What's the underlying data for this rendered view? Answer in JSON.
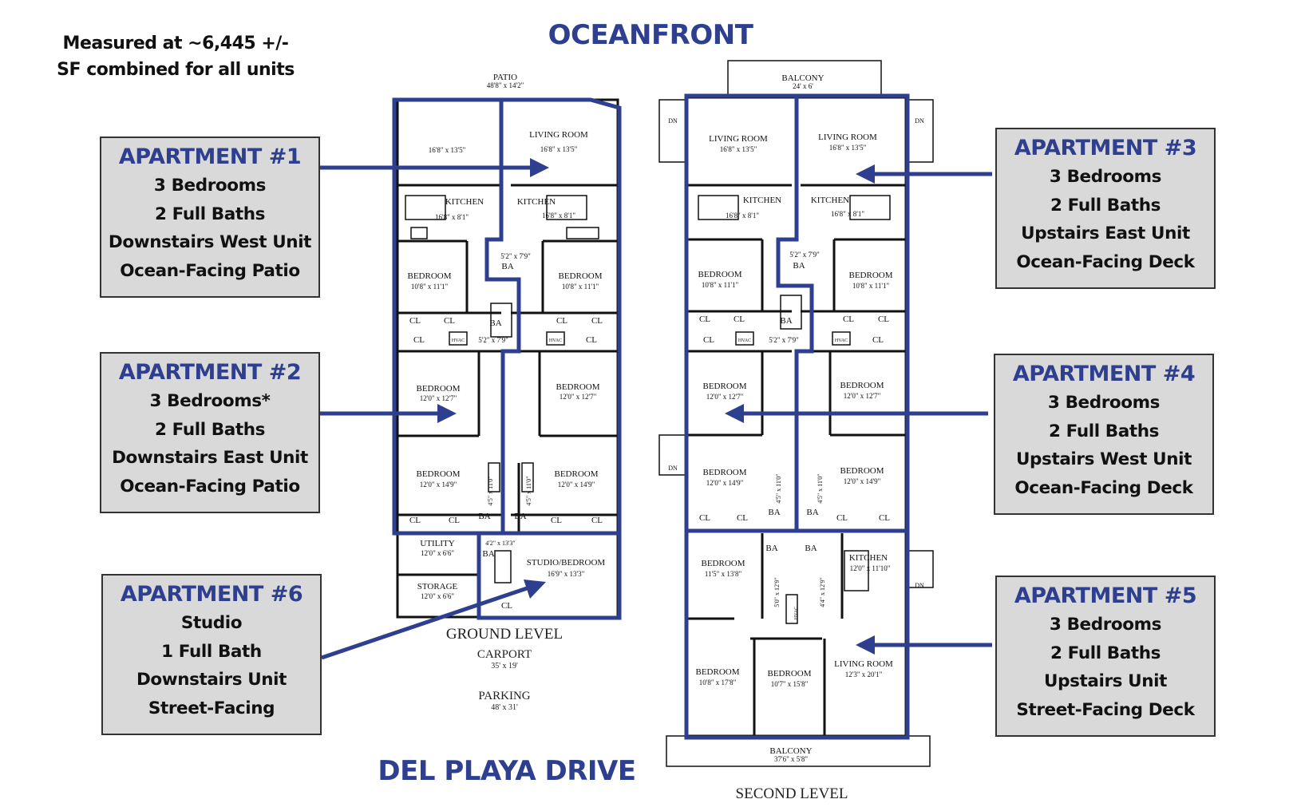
{
  "title": "OCEANFRONT",
  "street": "DEL PLAYA DRIVE",
  "note": "Measured at ~6,445 +/- SF combined for all units",
  "colors": {
    "accent": "#2e3f8f",
    "box_bg": "#d9d9d9",
    "wall": "#111111"
  },
  "apartments": [
    {
      "title": "APARTMENT #1",
      "lines": [
        "3 Bedrooms",
        "2 Full Baths",
        "Downstairs West Unit",
        "Ocean-Facing Patio"
      ]
    },
    {
      "title": "APARTMENT #2",
      "lines": [
        "3 Bedrooms*",
        "2 Full Baths",
        "Downstairs East Unit",
        "Ocean-Facing Patio"
      ]
    },
    {
      "title": "APARTMENT #6",
      "lines": [
        "Studio",
        "1 Full Bath",
        "Downstairs Unit",
        "Street-Facing"
      ]
    },
    {
      "title": "APARTMENT #3",
      "lines": [
        "3 Bedrooms",
        "2 Full Baths",
        "Upstairs East Unit",
        "Ocean-Facing Deck"
      ]
    },
    {
      "title": "APARTMENT #4",
      "lines": [
        "3 Bedrooms",
        "2 Full Baths",
        "Upstairs West Unit",
        "Ocean-Facing Deck"
      ]
    },
    {
      "title": "APARTMENT #5",
      "lines": [
        "3 Bedrooms",
        "2 Full Baths",
        "Upstairs Unit",
        "Street-Facing Deck"
      ]
    }
  ],
  "levels": {
    "ground": "GROUND LEVEL",
    "second": "SECOND LEVEL",
    "carport": "CARPORT",
    "carport_dim": "35' x 19'",
    "parking": "PARKING",
    "parking_dim": "48' x 31'"
  },
  "ground_rooms": {
    "patio": "PATIO",
    "patio_dim": "48'8\" x 14'2\"",
    "room_a_dim": "16'8\" x 13'5\"",
    "living": "LIVING ROOM",
    "living_dim": "16'8\" x 13'5\"",
    "kitchen": "KITCHEN",
    "kitchen_dim": "16'8\" x 8'1\"",
    "bedroom": "BEDROOM",
    "bedroom_a_dim": "10'8\" x 11'1\"",
    "bedroom_b_dim": "12'0\" x 12'7\"",
    "bedroom_c_dim": "12'0\" x 14'9\"",
    "ba": "BA",
    "ba_dim": "5'2\" x 7'9\"",
    "cl": "CL",
    "hvac": "HVAC",
    "utility": "UTILITY",
    "utility_dim": "12'0\" x 6'6\"",
    "storage": "STORAGE",
    "storage_dim": "12'0\" x 6'6\"",
    "studio": "STUDIO/BEDROOM",
    "studio_dim": "16'9\" x 13'3\"",
    "studio_ba_dim": "4'2\" x 13'3\"",
    "ba_small_dim": "4'5\" x 11'0\""
  },
  "second_rooms": {
    "balcony_top": "BALCONY",
    "balcony_top_dim": "24' x 6'",
    "dn": "DN",
    "bedroom_d_dim": "11'5\" x 13'8\"",
    "kitchen2_dim": "12'0\" x 11'10\"",
    "bedroom_e_dim": "10'8\" x 17'8\"",
    "bedroom_f_dim": "10'7\" x 15'8\"",
    "living2_dim": "12'3\" x 20'1\"",
    "balcony_bot": "BALCONY",
    "balcony_bot_dim": "37'6\" x 5'8\"",
    "ba2_dim_a": "5'0\" x 12'9\"",
    "ba2_dim_b": "4'4\" x 12'9\"",
    "ba_small_b": "4'5\" x 11'0\""
  }
}
